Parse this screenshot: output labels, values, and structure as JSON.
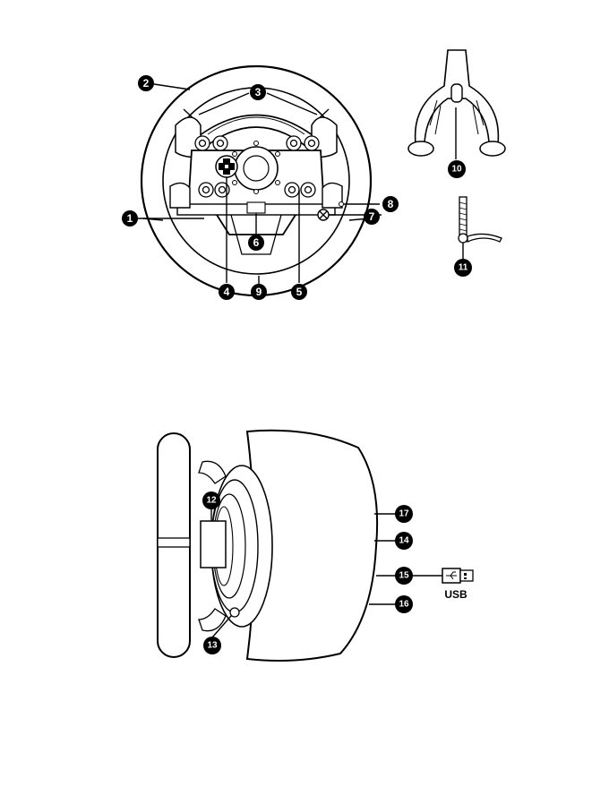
{
  "figure_top": {
    "callouts": [
      {
        "id": "1",
        "label": "1"
      },
      {
        "id": "2",
        "label": "2"
      },
      {
        "id": "3",
        "label": "3"
      },
      {
        "id": "4",
        "label": "4"
      },
      {
        "id": "5",
        "label": "5"
      },
      {
        "id": "6",
        "label": "6"
      },
      {
        "id": "7",
        "label": "7"
      },
      {
        "id": "8",
        "label": "8"
      },
      {
        "id": "9",
        "label": "9"
      },
      {
        "id": "10",
        "label": "10"
      },
      {
        "id": "11",
        "label": "11"
      }
    ]
  },
  "figure_bottom": {
    "callouts": [
      {
        "id": "12",
        "label": "12"
      },
      {
        "id": "13",
        "label": "13"
      },
      {
        "id": "14",
        "label": "14"
      },
      {
        "id": "15",
        "label": "15"
      },
      {
        "id": "16",
        "label": "16"
      },
      {
        "id": "17",
        "label": "17"
      }
    ],
    "usb_label": "USB"
  },
  "icons": [
    "xbox-guide-button-icon",
    "dpad-icon",
    "usb-symbol-icon"
  ]
}
